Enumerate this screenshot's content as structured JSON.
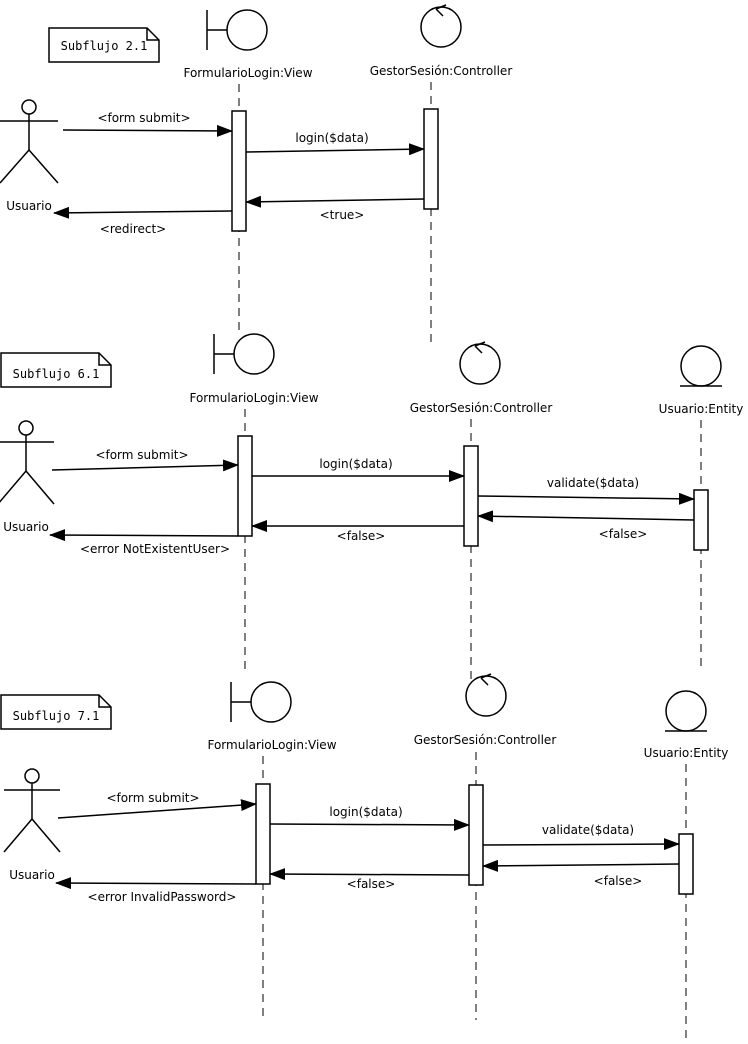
{
  "diagrams": [
    {
      "note": "Subflujo 2.1",
      "actor": "Usuario",
      "boundary": "FormularioLogin:View",
      "control": "GestorSesión:Controller",
      "messages": {
        "form_submit": "<form submit>",
        "login": "login($data)",
        "reply": "<true>",
        "result": "<redirect>"
      }
    },
    {
      "note": "Subflujo 6.1",
      "actor": "Usuario",
      "boundary": "FormularioLogin:View",
      "control": "GestorSesión:Controller",
      "entity": "Usuario:Entity",
      "messages": {
        "form_submit": "<form submit>",
        "login": "login($data)",
        "validate": "validate($data)",
        "entity_reply": "<false>",
        "reply": "<false>",
        "result": "<error NotExistentUser>"
      }
    },
    {
      "note": "Subflujo 7.1",
      "actor": "Usuario",
      "boundary": "FormularioLogin:View",
      "control": "GestorSesión:Controller",
      "entity": "Usuario:Entity",
      "messages": {
        "form_submit": "<form submit>",
        "login": "login($data)",
        "validate": "validate($data)",
        "entity_reply": "<false>",
        "reply": "<false>",
        "result": "<error InvalidPassword>"
      }
    }
  ]
}
